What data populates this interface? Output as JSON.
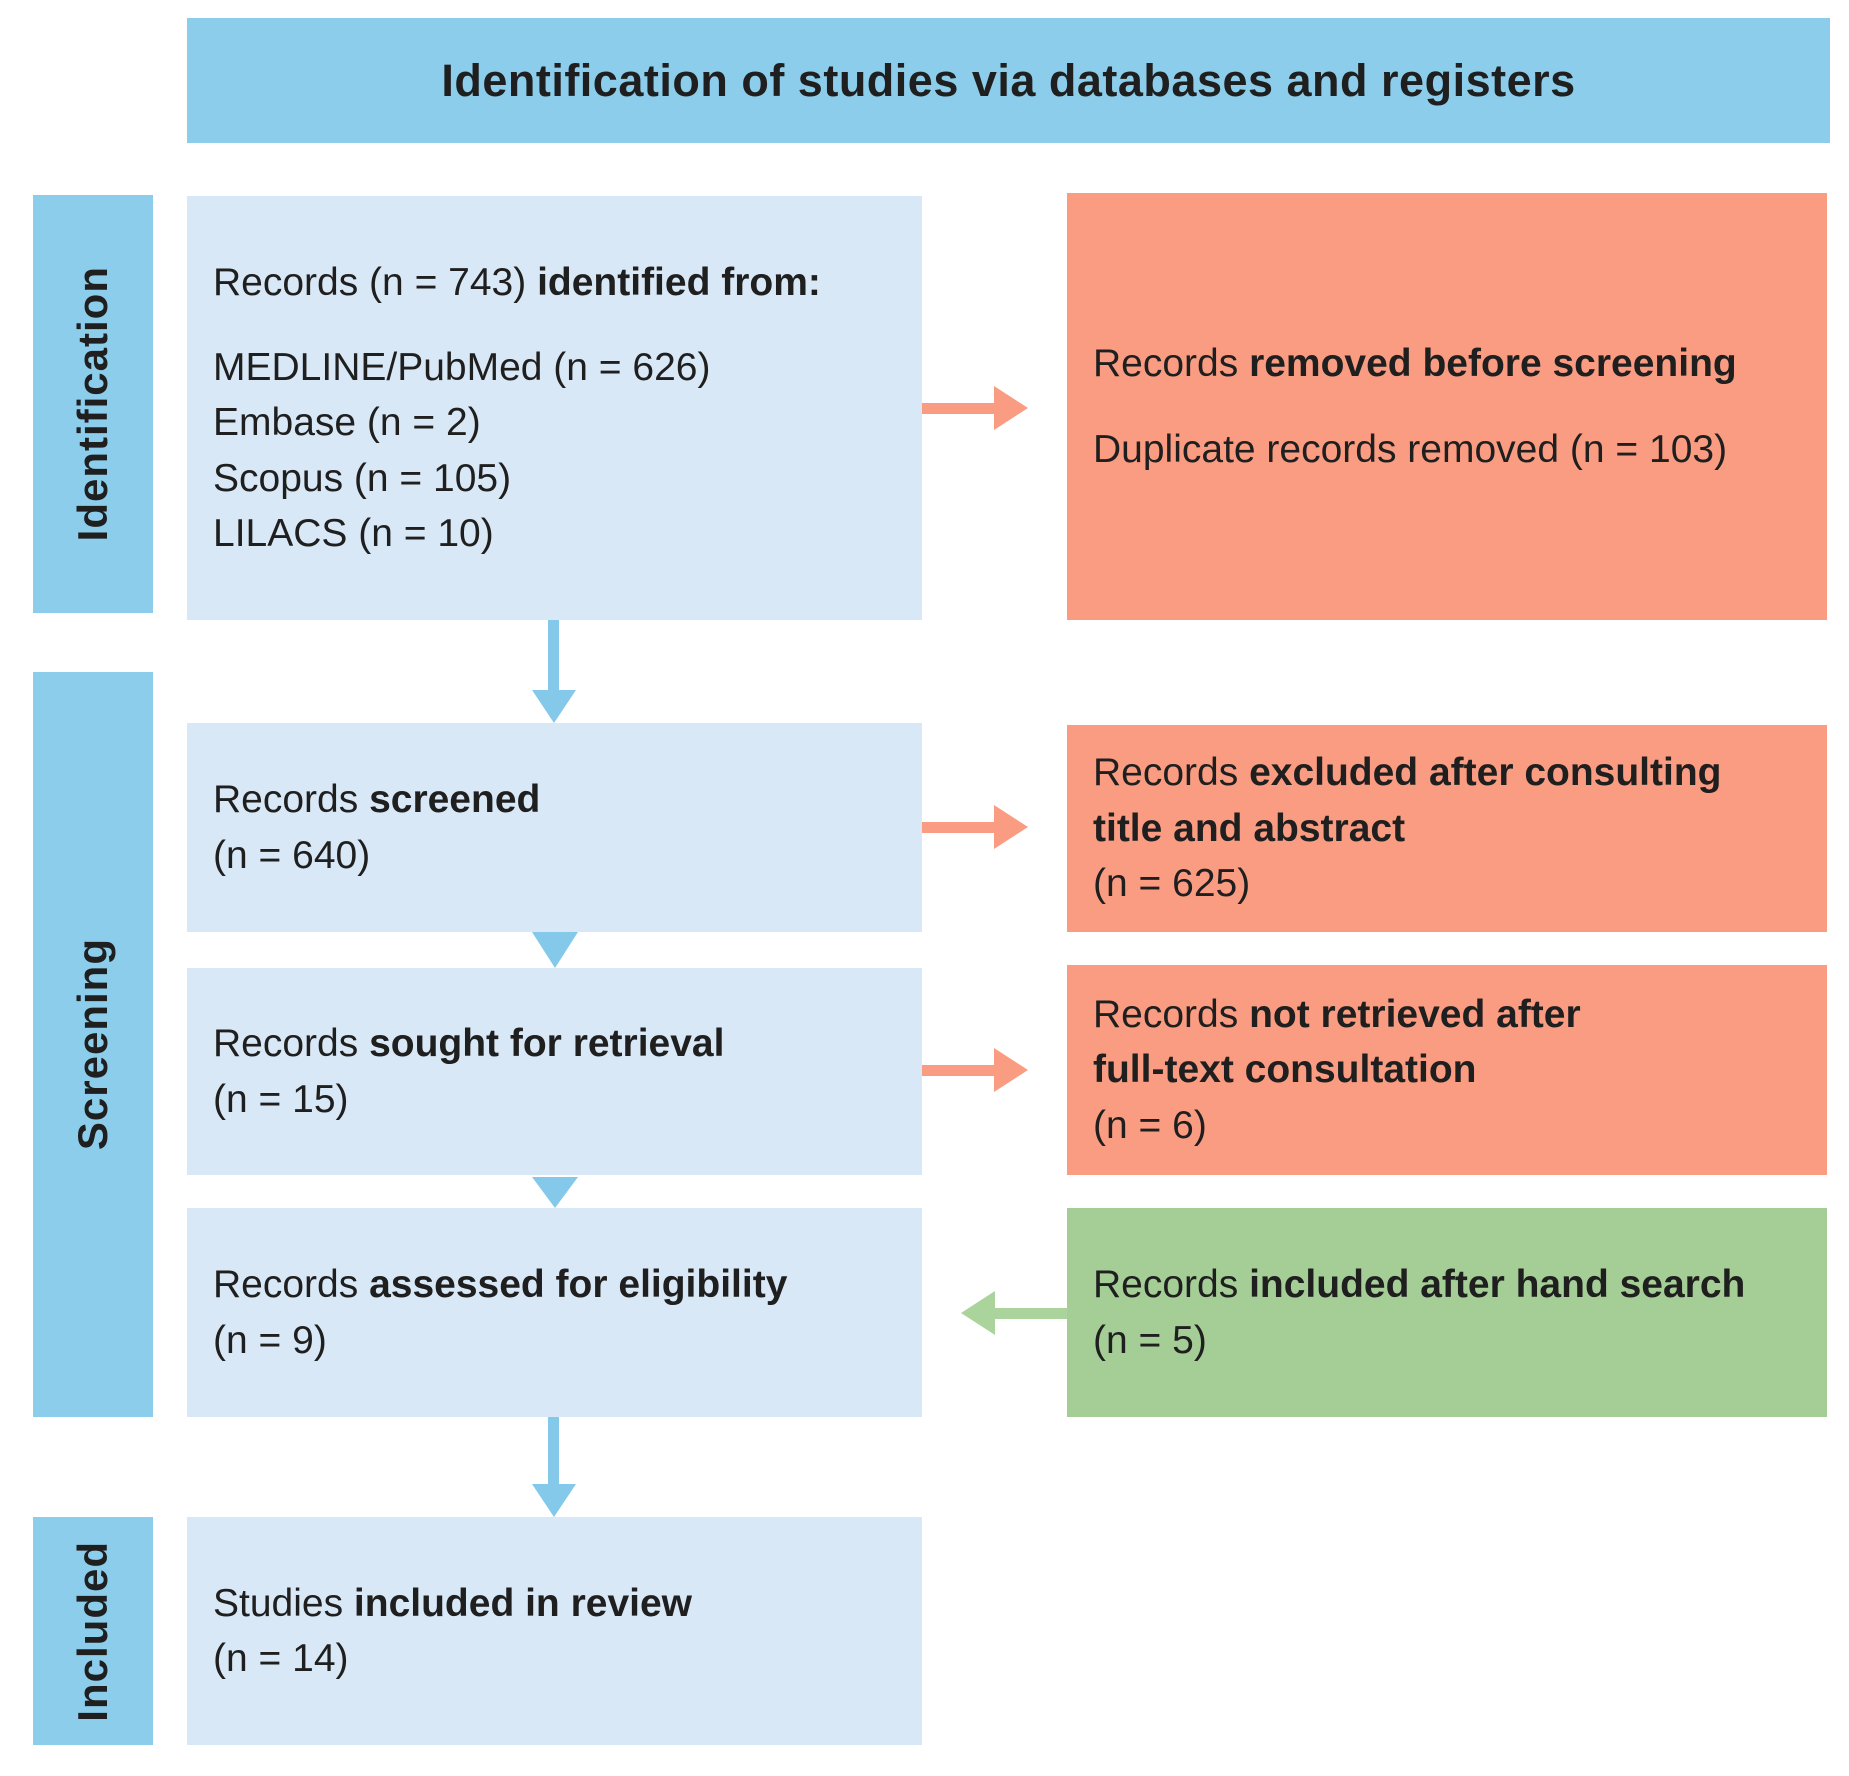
{
  "header": {
    "title": "Identification of studies via databases and registers"
  },
  "stages": {
    "identification": "Identification",
    "screening": "Screening",
    "included": "Included"
  },
  "boxes": {
    "identified": {
      "lines": [
        {
          "segments": [
            {
              "t": "Records (n = 743) "
            },
            {
              "t": "identified from:",
              "b": true
            }
          ]
        },
        {
          "gap": true,
          "segments": [
            {
              "t": "MEDLINE/PubMed (n = 626)"
            }
          ]
        },
        {
          "segments": [
            {
              "t": "Embase (n = 2)"
            }
          ]
        },
        {
          "segments": [
            {
              "t": "Scopus (n = 105)"
            }
          ]
        },
        {
          "segments": [
            {
              "t": "LILACS (n = 10)"
            }
          ]
        }
      ]
    },
    "screened": {
      "lines": [
        {
          "segments": [
            {
              "t": "Records "
            },
            {
              "t": "screened",
              "b": true
            }
          ]
        },
        {
          "segments": [
            {
              "t": "(n = 640)"
            }
          ]
        }
      ]
    },
    "sought": {
      "lines": [
        {
          "segments": [
            {
              "t": "Records "
            },
            {
              "t": "sought for retrieval",
              "b": true
            }
          ]
        },
        {
          "segments": [
            {
              "t": "(n = 15)"
            }
          ]
        }
      ]
    },
    "assessed": {
      "lines": [
        {
          "segments": [
            {
              "t": "Records "
            },
            {
              "t": "assessed for eligibility",
              "b": true
            }
          ]
        },
        {
          "segments": [
            {
              "t": "(n = 9)"
            }
          ]
        }
      ]
    },
    "included_review": {
      "lines": [
        {
          "segments": [
            {
              "t": "Studies "
            },
            {
              "t": "included in review",
              "b": true
            }
          ]
        },
        {
          "segments": [
            {
              "t": "(n = 14)"
            }
          ]
        }
      ]
    },
    "removed": {
      "lines": [
        {
          "segments": [
            {
              "t": "Records "
            },
            {
              "t": "removed before screening",
              "b": true
            }
          ]
        },
        {
          "gap": true,
          "segments": [
            {
              "t": "Duplicate records removed (n = 103)"
            }
          ]
        }
      ]
    },
    "excluded": {
      "lines": [
        {
          "segments": [
            {
              "t": "Records "
            },
            {
              "t": "excluded after consulting",
              "b": true
            }
          ]
        },
        {
          "segments": [
            {
              "t": "title and abstract",
              "b": true
            }
          ]
        },
        {
          "segments": [
            {
              "t": "(n = 625)"
            }
          ]
        }
      ]
    },
    "not_retrieved": {
      "lines": [
        {
          "segments": [
            {
              "t": "Records "
            },
            {
              "t": "not retrieved after",
              "b": true
            }
          ]
        },
        {
          "segments": [
            {
              "t": "full-text consultation",
              "b": true
            }
          ]
        },
        {
          "segments": [
            {
              "t": "(n = 6)"
            }
          ]
        }
      ]
    },
    "hand_search": {
      "lines": [
        {
          "segments": [
            {
              "t": "Records "
            },
            {
              "t": "included after hand search",
              "b": true
            }
          ]
        },
        {
          "segments": [
            {
              "t": "(n = 5)"
            }
          ]
        }
      ]
    }
  },
  "colors": {
    "stage_bar": "#8ccdeb",
    "process_box": "#d9e8f6",
    "exclusion_box": "#f99c82",
    "inclusion_box": "#a5cd96",
    "flow_arrow": "#84c9ea",
    "exclusion_arrow": "#f99c82",
    "inclusion_arrow": "#abd49c",
    "text": "#1f1f1f"
  }
}
